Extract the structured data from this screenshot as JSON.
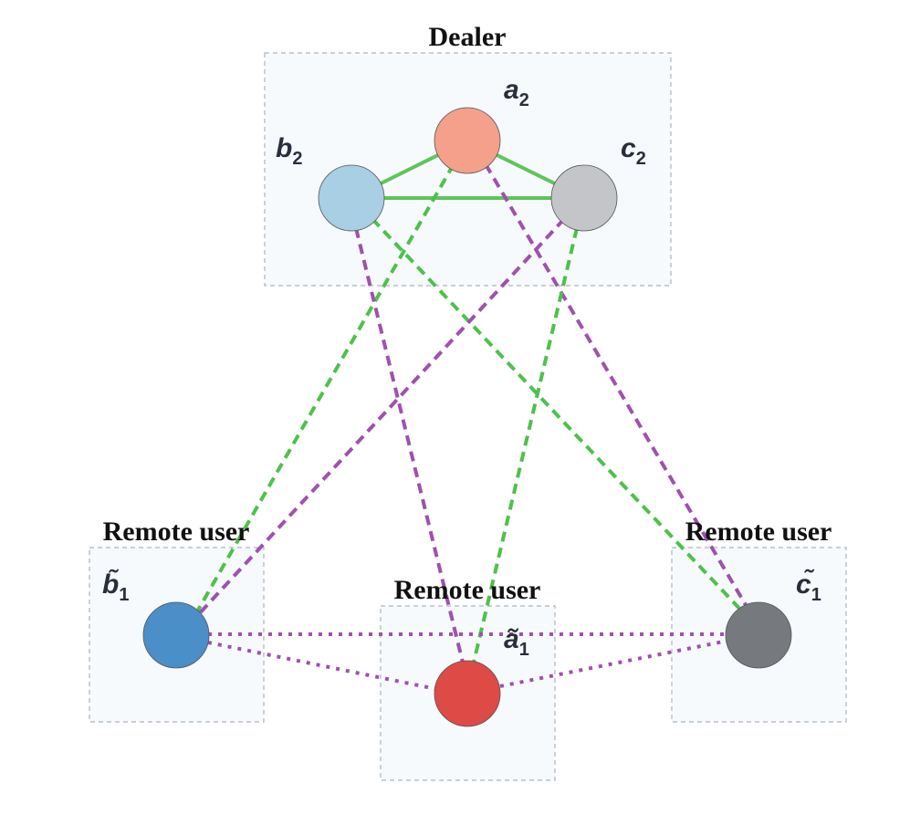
{
  "dealer": {
    "title": "Dealer",
    "nodes": {
      "a": {
        "base": "a",
        "sub": "2",
        "color": "#f4a08a"
      },
      "b": {
        "base": "b",
        "sub": "2",
        "color": "#a8cfe3"
      },
      "c": {
        "base": "c",
        "sub": "2",
        "color": "#c3c5c8"
      }
    }
  },
  "remote_users": {
    "left": {
      "title": "Remote user",
      "base": "b̃",
      "sub": "1",
      "color": "#4a8fc7"
    },
    "middle": {
      "title": "Remote user",
      "base": "ã",
      "sub": "1",
      "color": "#de4a45"
    },
    "right": {
      "title": "Remote user",
      "base": "c̃",
      "sub": "1",
      "color": "#76797d"
    }
  },
  "colors": {
    "green": "#4cc24a",
    "purple": "#a050b0",
    "box_border": "#aab3c0"
  }
}
